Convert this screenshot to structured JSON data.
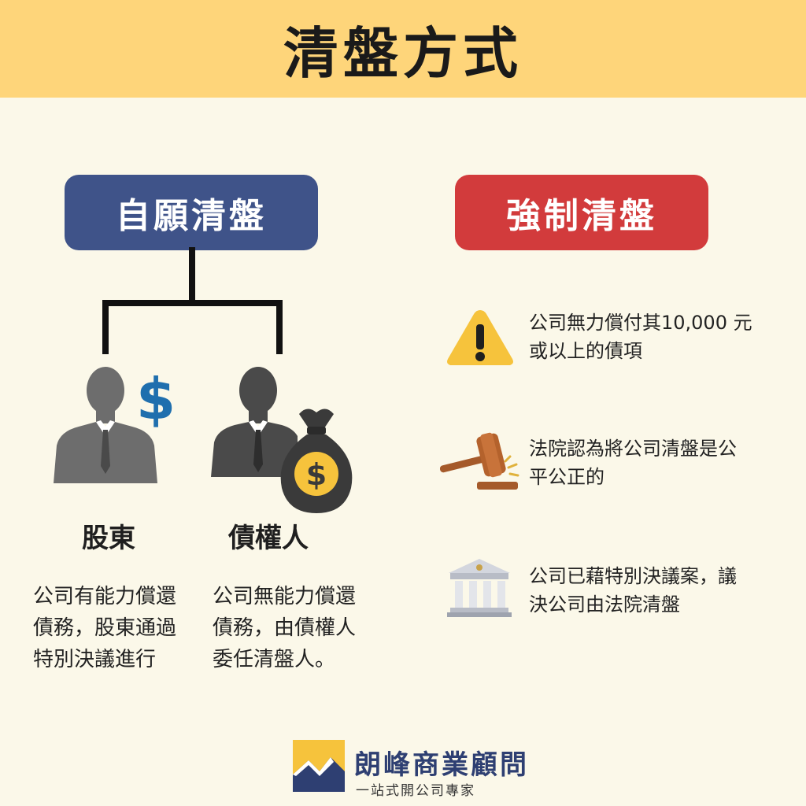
{
  "header": {
    "title": "清盤方式"
  },
  "voluntary": {
    "title": "自願清盤",
    "color": "#3f5389",
    "parties": [
      {
        "label": "股東",
        "icon": "shareholder-dollar-icon",
        "desc": [
          "公司有能力償還",
          "債務，股東通過",
          "特別決議進行"
        ]
      },
      {
        "label": "債權人",
        "icon": "creditor-moneybag-icon",
        "desc": [
          "公司無能力償還",
          "債務，由債權人",
          "委任清盤人。"
        ]
      }
    ]
  },
  "compulsory": {
    "title": "強制清盤",
    "color": "#d23b3c",
    "reasons": [
      {
        "icon": "warning-icon",
        "lines": [
          "公司無力償付其10,000 元",
          "或以上的債項"
        ]
      },
      {
        "icon": "gavel-icon",
        "lines": [
          "法院認為將公司清盤是公",
          "平公正的"
        ]
      },
      {
        "icon": "courthouse-icon",
        "lines": [
          "公司已藉特別決議案，議",
          "決公司由法院清盤"
        ]
      }
    ]
  },
  "footer": {
    "brand": "朗峰商業顧問",
    "tagline": "一站式開公司專家"
  },
  "colors": {
    "header_bg": "#fed57a",
    "page_bg": "#fbf8e9",
    "brand_blue": "#2e3f72",
    "accent_gold": "#f6c33c"
  }
}
